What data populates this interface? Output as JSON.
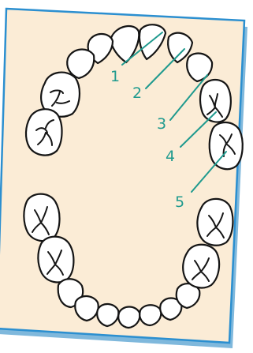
{
  "colors": {
    "card_background": "#fbecd6",
    "card_border": "#2b8fd0",
    "label_color": "#1f9a8e",
    "outline": "#151515"
  },
  "labels": [
    {
      "id": "1",
      "text": "1"
    },
    {
      "id": "2",
      "text": "2"
    },
    {
      "id": "3",
      "text": "3"
    },
    {
      "id": "4",
      "text": "4"
    },
    {
      "id": "5",
      "text": "5"
    }
  ]
}
